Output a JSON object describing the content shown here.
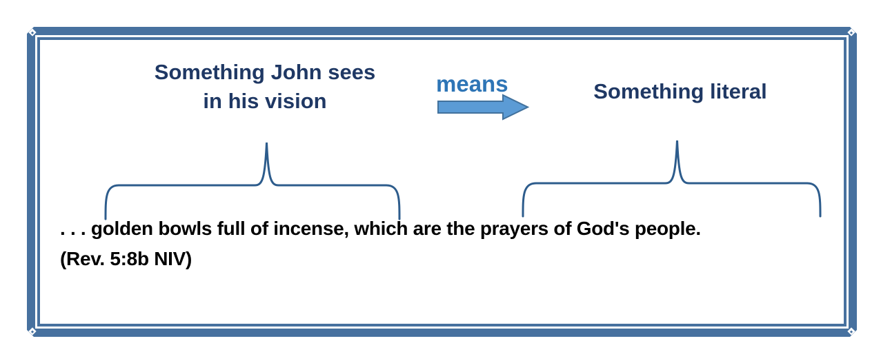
{
  "frame": {
    "band_color": "#47719f"
  },
  "diagram": {
    "left_heading": {
      "line1": "Something John sees",
      "line2": "in his vision"
    },
    "connector": {
      "label": "means"
    },
    "right_heading": "Something literal",
    "quote": {
      "line1": ". . . golden bowls full of incense, which are the prayers of God's people.",
      "line2": "(Rev. 5:8b NIV)"
    },
    "colors": {
      "heading_text": "#1f3864",
      "means_label": "#2e75b6",
      "arrow_fill": "#5b9bd5",
      "arrow_outline": "#41719c",
      "brace": "#2d5c8c",
      "quote_text": "#000000"
    }
  }
}
